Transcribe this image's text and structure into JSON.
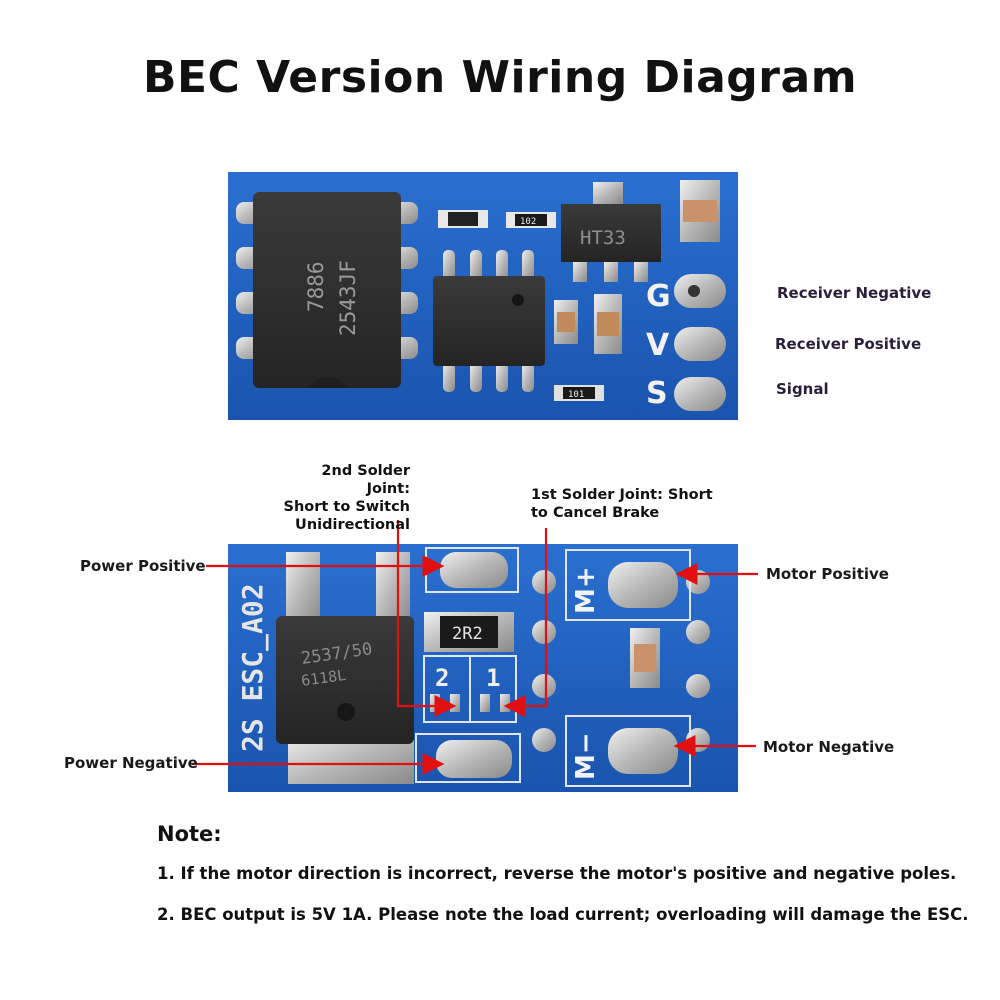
{
  "title": "BEC Version Wiring Diagram",
  "top_board": {
    "chip_marking_1": "7886",
    "chip_marking_2": "2543JF",
    "regulator_marking": "HT33",
    "resistor_marking_1": "102",
    "resistor_marking_2": "101",
    "pin_letters": [
      "G",
      "V",
      "S"
    ],
    "labels": {
      "receiver_negative": "Receiver Negative",
      "receiver_positive": "Receiver Positive",
      "signal": "Signal"
    }
  },
  "bottom_board": {
    "silkscreen": "2S ESC_A02",
    "resistor_marking": "2R2",
    "mosfet_marking_1": "2537/50",
    "mosfet_marking_2": "6118L",
    "joint_numbers": [
      "2",
      "1"
    ],
    "motor_plus_mark": "M+",
    "motor_minus_mark": "M−",
    "labels": {
      "solder_joint_2_line1": "2nd Solder Joint:",
      "solder_joint_2_line2": "Short to Switch",
      "solder_joint_2_line3": "Unidirectional",
      "solder_joint_1_line1": "1st Solder Joint: Short",
      "solder_joint_1_line2": "to Cancel Brake",
      "power_positive": "Power Positive",
      "power_negative": "Power Negative",
      "motor_positive": "Motor Positive",
      "motor_negative": "Motor Negative"
    },
    "arrow_color": "#e01010"
  },
  "notes": {
    "heading": "Note:",
    "items": [
      "1. If the motor direction is incorrect, reverse the motor's positive and negative poles.",
      "2. BEC output is 5V 1A. Please note the load current; overloading will damage the ESC."
    ]
  },
  "colors": {
    "pcb_blue": "#1f5fbf",
    "pcb_dark": "#123e8a",
    "chip_black": "#2b2b2b",
    "solder_silver": "#c9c9c9",
    "arrow_red": "#e01010"
  }
}
